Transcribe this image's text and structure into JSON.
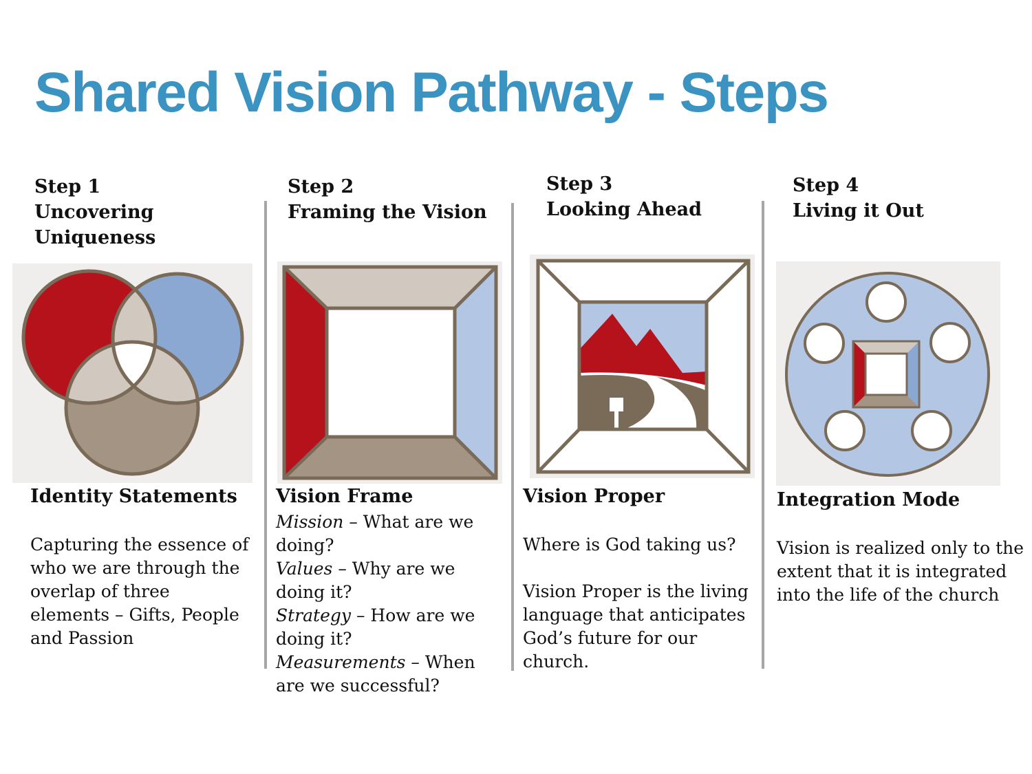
{
  "title": "Shared Vision Pathway - Steps",
  "steps": [
    {
      "step": "Step 1",
      "name_lines": [
        "Uncovering",
        "Uniqueness"
      ],
      "heading": "Identity Statements",
      "body": [
        "Capturing the essence of who we are through the overlap of three elements – Gifts, People and Passion"
      ]
    },
    {
      "step": "Step 2",
      "name_lines": [
        "Framing the Vision"
      ],
      "heading": "Vision Frame",
      "items": [
        {
          "term": "Mission",
          "text": " – What are we doing?"
        },
        {
          "term": "Values",
          "text": " – Why are we doing it?"
        },
        {
          "term": "Strategy",
          "text": " – How are we doing it?"
        },
        {
          "term": "Measurements",
          "text": " – When are we successful?"
        }
      ]
    },
    {
      "step": "Step 3",
      "name_lines": [
        "Looking Ahead"
      ],
      "heading": "Vision Proper",
      "body": [
        "Where is God taking us?",
        "Vision Proper is the living language that anticipates God’s future for our church."
      ]
    },
    {
      "step": "Step 4",
      "name_lines": [
        "Living it Out"
      ],
      "heading": "Integration Mode",
      "body": [
        "Vision is realized only to the extent that it is integrated into the life of the church"
      ]
    }
  ],
  "colors": {
    "title": "#3a93c1",
    "red": "#b5121b",
    "blue": "#8aa8d1",
    "light_blue": "#b3c6e3",
    "tan": "#a39484",
    "light_tan": "#d1c8bf",
    "outline": "#7a6a58"
  }
}
